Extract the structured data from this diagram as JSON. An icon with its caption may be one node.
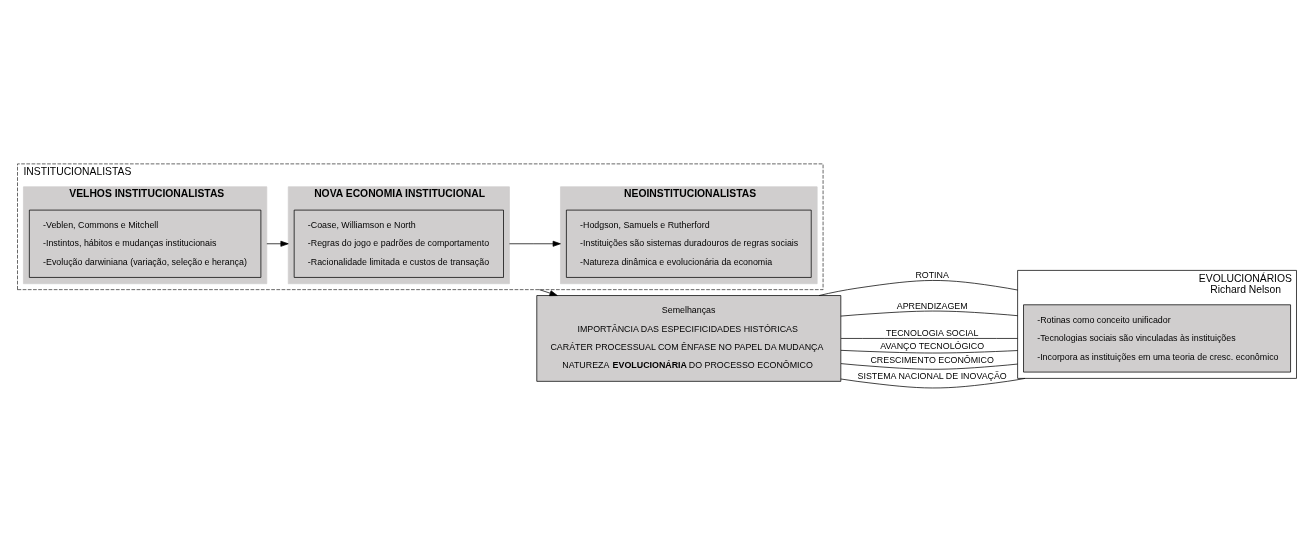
{
  "diagram": {
    "nodes": [
      {
        "text": [
          "INSTITUCIONALISTAS"
        ]
      },
      {
        "text": [
          "VELHOS INSTITUCIONALISTAS"
        ],
        "in": 0
      },
      {
        "text": [
          "-Veblen, Commons e Mitchell",
          "-Instintos, hábitos e mudanças institucionais",
          "-Evolução darwiniana (variação, seleção e herança)"
        ],
        "in": 1
      },
      {
        "text": [
          "NOVA ECONOMIA INSTITUCIONAL"
        ],
        "in": 0
      },
      {
        "text": [
          "-Coase, Williamson e North",
          "-Regras do jogo e padrões de comportamento",
          "-Racionalidade limitada e custos de transação"
        ],
        "in": 3
      },
      {
        "text": [
          "NEOINSTITUCIONALISTAS"
        ],
        "in": 0
      },
      {
        "text": [
          "-Hodgson, Samuels e Rutherford",
          "-Instituições são sistemas duradouros de regras sociais",
          "-Natureza dinâmica e evolucionária da economia"
        ],
        "in": 5
      },
      {
        "text": [
          "Semelhanças",
          "IMPORTÂNCIA DAS ESPECIFICIDADES HISTÓRICAS",
          "CARÁTER PROCESSUAL COM ÊNFASE NO PAPEL DA MUDANÇA",
          "NATUREZA **EVOLUCIONÁRIA** DO PROCESSO ECONÔMICO"
        ]
      },
      {
        "text": [
          "EVOLUCIONÁRIOS",
          "Richard Nelson"
        ]
      },
      {
        "text": [
          "-Rotinas como conceito unificador",
          "-Tecnologias sociais são vinculadas às instituições",
          "-Incorpora as instituições em uma teoria de cresc. econômico"
        ],
        "in": 8
      }
    ],
    "edges": [
      {
        "from": 1,
        "to": 3,
        "arrow": "to"
      },
      {
        "from": 3,
        "to": 5,
        "arrow": "to"
      },
      {
        "from": 0,
        "to": 7,
        "arrow": "to"
      },
      {
        "from": 7,
        "to": 8,
        "arrow": "none",
        "label": "ROTINA"
      },
      {
        "from": 7,
        "to": 8,
        "arrow": "none",
        "label": "APRENDIZAGEM"
      },
      {
        "from": 7,
        "to": 8,
        "arrow": "none",
        "label": "TECNOLOGIA SOCIAL"
      },
      {
        "from": 7,
        "to": 8,
        "arrow": "none",
        "label": "AVANÇO TECNOLÓGICO"
      },
      {
        "from": 7,
        "to": 8,
        "arrow": "none",
        "label": "CRESCIMENTO ECONÔMICO"
      },
      {
        "from": 7,
        "to": 8,
        "arrow": "none",
        "label": "SISTEMA NACIONAL DE INOVAÇÃO"
      }
    ]
  }
}
